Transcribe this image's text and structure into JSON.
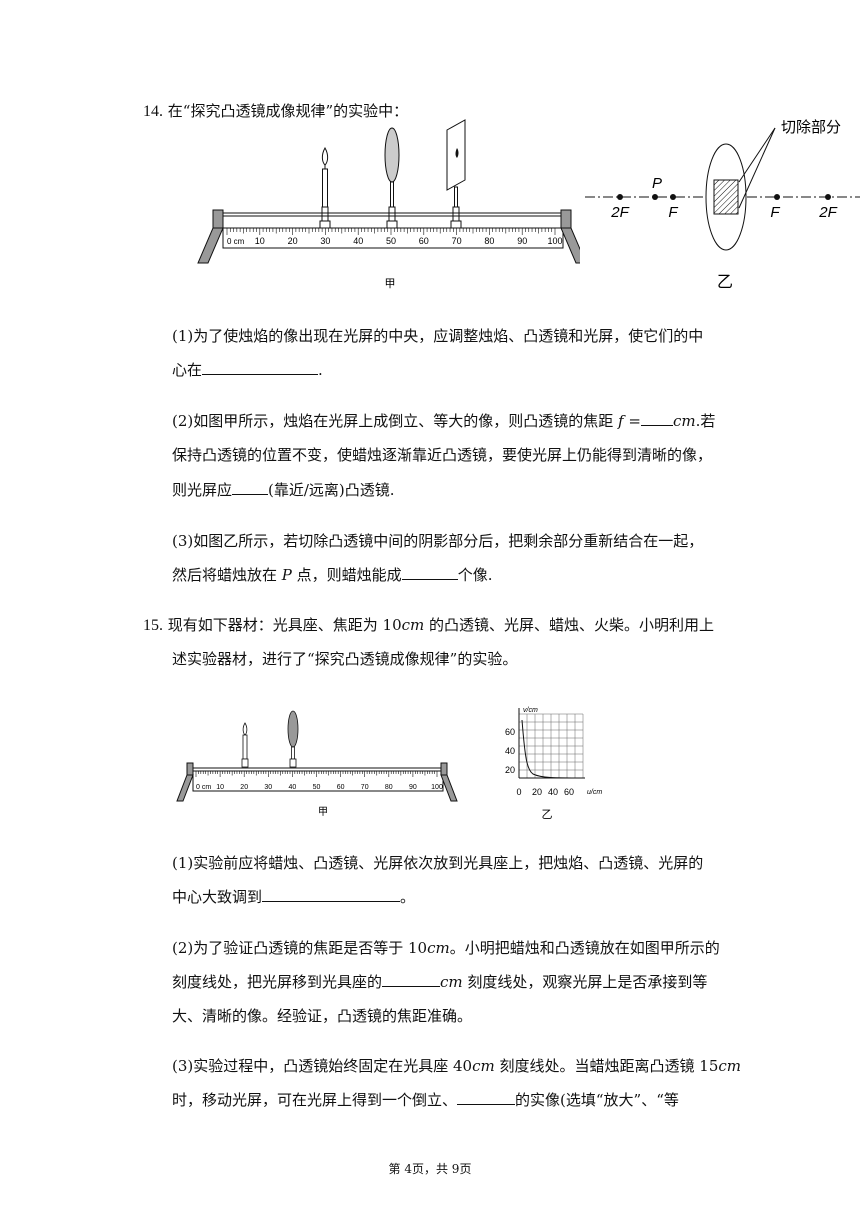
{
  "q14": {
    "number": "14.",
    "intro": "在“探究凸透镜成像规律”的实验中：",
    "fig_jia": {
      "caption": "甲",
      "scale_unit": "0 cm",
      "ticks": [
        "10",
        "20",
        "30",
        "40",
        "50",
        "60",
        "70",
        "80",
        "90",
        "100"
      ]
    },
    "fig_yi": {
      "caption": "乙",
      "cut_label": "切除部分",
      "point_labels": [
        "2F",
        "P",
        "F",
        "F",
        "2F"
      ]
    },
    "p1_line1": "(1)为了使烛焰的像出现在光屏的中央，应调整烛焰、凸透镜和光屏，使它们的中",
    "p1_line2a": "心在",
    "p1_line2b": ".",
    "p2_line1a": "(2)如图甲所示，烛焰在光屏上成倒立、等大的像，则凸透镜的焦距",
    "p2_f": "f",
    "p2_eq": " =",
    "p2_unit": "cm",
    "p2_line1b": ".若",
    "p2_line2": "保持凸透镜的位置不变，使蜡烛逐渐靠近凸透镜，要使光屏上仍能得到清晰的像，",
    "p2_line3a": "则光屏应",
    "p2_line3b": "(靠近/远离)凸透镜.",
    "p3_line1": "(3)如图乙所示，若切除凸透镜中间的阴影部分后，把剩余部分重新结合在一起，",
    "p3_line2a": "然后将蜡烛放在",
    "p3_P": "P",
    "p3_line2b": "点，则蜡烛能成",
    "p3_line2c": "个像."
  },
  "q15": {
    "number": "15.",
    "line1a": "现有如下器材：光具座、焦距为 10",
    "line1_unit": "cm",
    "line1b": " 的凸透镜、光屏、蜡烛、火柴。小明利用上",
    "line2": "述实验器材，进行了“探究凸透镜成像规律”的实验。",
    "fig_jia": {
      "caption": "甲",
      "scale_unit": "0 cm",
      "ticks": [
        "10",
        "20",
        "30",
        "40",
        "50",
        "60",
        "70",
        "80",
        "90",
        "100"
      ]
    },
    "fig_yi": {
      "caption": "乙",
      "y_axis_label": "v/cm",
      "x_axis_label": "u/cm",
      "y_ticks": [
        "60",
        "40",
        "20"
      ],
      "x_ticks": [
        "0",
        "20",
        "40",
        "60"
      ]
    },
    "p1_line1": "(1)实验前应将蜡烛、凸透镜、光屏依次放到光具座上，把烛焰、凸透镜、光屏的",
    "p1_line2a": "中心大致调到",
    "p1_line2b": "。",
    "p2_line1a": "(2)为了验证凸透镜的焦距是否等于 10",
    "p2_line1_unit": "cm",
    "p2_line1b": "。小明把蜡烛和凸透镜放在如图甲所示的",
    "p2_line2a": "刻度线处，把光屏移到光具座的",
    "p2_line2_unit": "cm",
    "p2_line2b": " 刻度线处，观察光屏上是否承接到等",
    "p2_line3": "大、清晰的像。经验证，凸透镜的焦距准确。",
    "p3_line1a": "(3)实验过程中，凸透镜始终固定在光具座 40",
    "p3_line1_unit1": "cm",
    "p3_line1b": " 刻度线处。当蜡烛距离凸透镜 15",
    "p3_line1_unit2": "cm",
    "p3_line2a": "时，移动光屏，可在光屏上得到一个倒立、",
    "p3_line2b": "的实像(选填“放大”、“等"
  },
  "footer": "第 4页，共 9页"
}
